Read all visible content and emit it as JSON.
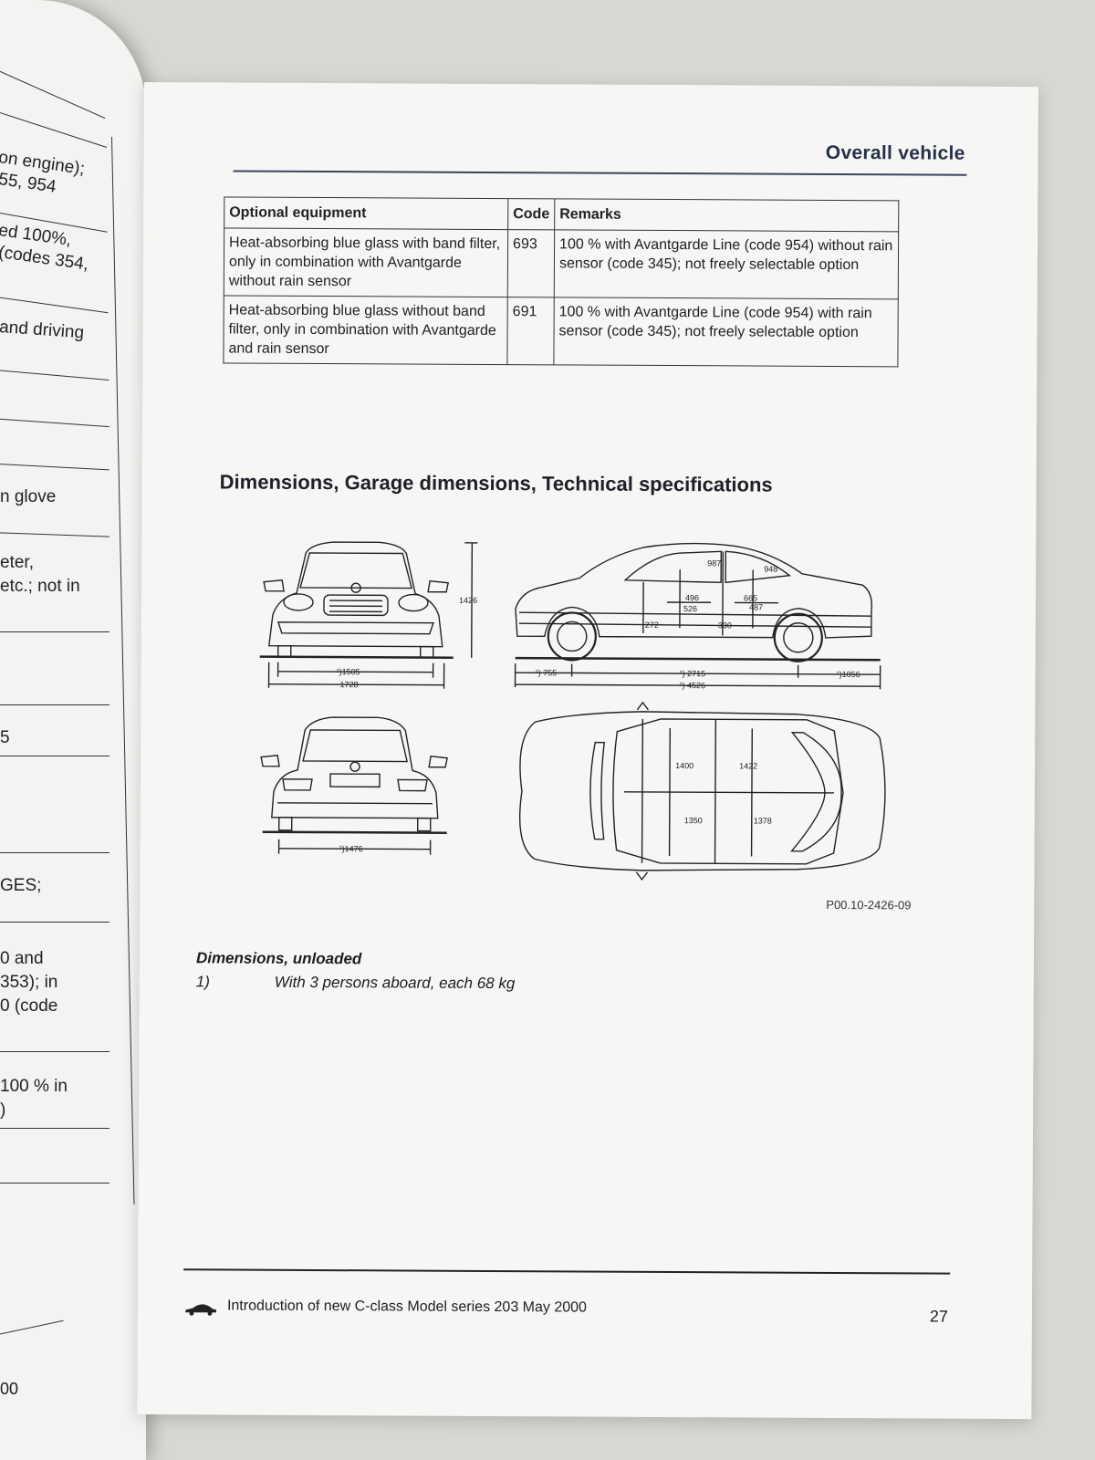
{
  "left_page": {
    "fragments": [
      "on engine);",
      "55, 954",
      "ed 100%,",
      "(codes 354,",
      "and driving",
      "n glove",
      "eter,",
      "etc.; not in",
      "5",
      "GES;",
      "0 and",
      "353); in",
      "0 (code",
      "100 % in",
      ")"
    ],
    "footer_fragment": "00"
  },
  "header": {
    "section_title": "Overall vehicle"
  },
  "options_table": {
    "columns": [
      "Optional equipment",
      "Code",
      "Remarks"
    ],
    "rows": [
      {
        "equipment": "Heat-absorbing blue glass with band filter, only in combination with Avantgarde without rain sensor",
        "code": "693",
        "remarks": "100 % with Avantgarde Line (code 954) without rain sensor (code 345); not freely selectable option"
      },
      {
        "equipment": "Heat-absorbing blue glass without band filter, only in combination with Avantgarde and rain sensor",
        "code": "691",
        "remarks": "100 % with Avantgarde Line (code 954) with rain sensor (code 345); not freely selectable option"
      }
    ]
  },
  "section_heading": "Dimensions, Garage dimensions, Technical specifications",
  "drawing_labels": {
    "front_height": "1426",
    "front_track": "¹)1505",
    "front_width": "1728",
    "side_front_overhang": "¹) 755",
    "side_wheelbase": "¹) 2715",
    "side_rear_overhang": "¹)1056",
    "side_length": "¹) 4526",
    "side_987": "987",
    "side_948": "948",
    "side_496": "496",
    "side_526": "526",
    "side_665": "665",
    "side_487": "487",
    "side_272": "272",
    "side_330": "330",
    "rear_track": "¹)1476",
    "top_1400": "1400",
    "top_1422": "1422",
    "top_1350": "1350",
    "top_1378": "1378"
  },
  "drawing_ref": "P00.10-2426-09",
  "notes": {
    "title": "Dimensions, unloaded",
    "items": [
      {
        "num": "1)",
        "text": "With 3 persons aboard, each 68 kg"
      }
    ]
  },
  "footer": {
    "text": "Introduction of new C-class Model series 203 May 2000",
    "page_number": "27"
  }
}
